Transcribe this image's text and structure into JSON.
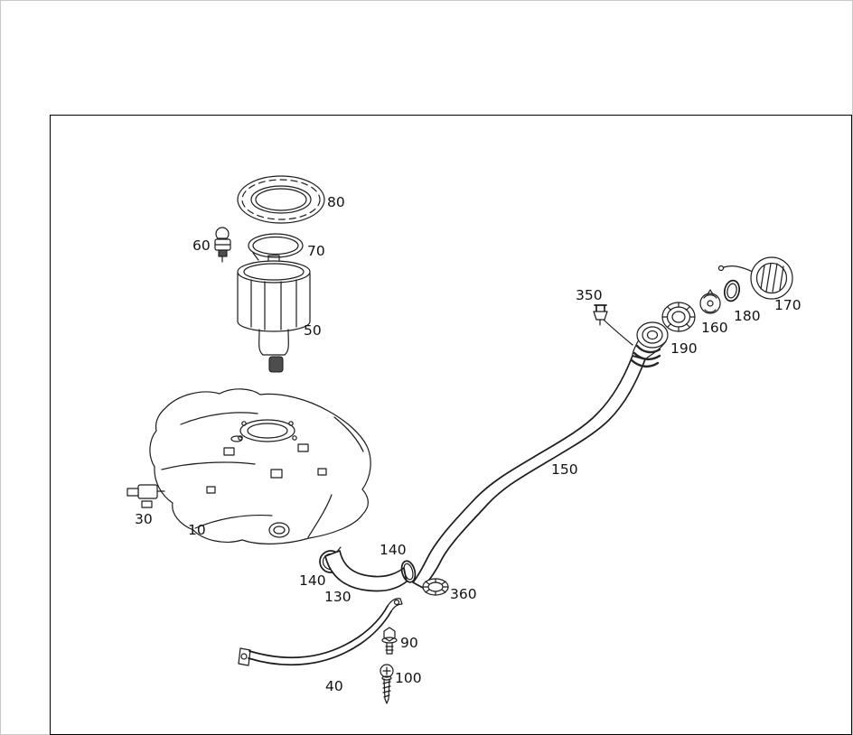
{
  "page": {
    "background": "#ffffff",
    "frame_border_color": "#000000",
    "line_color": "#1c1c1c"
  },
  "diagram": {
    "type": "exploded-parts-diagram",
    "callouts": [
      {
        "label": "80",
        "part": "locking-ring"
      },
      {
        "label": "70",
        "part": "seal-ring"
      },
      {
        "label": "60",
        "part": "vent-valve"
      },
      {
        "label": "50",
        "part": "fuel-pump-module"
      },
      {
        "label": "10",
        "part": "fuel-tank"
      },
      {
        "label": "30",
        "part": "sensor"
      },
      {
        "label": "140",
        "part": "hose-clamp-front"
      },
      {
        "label": "130",
        "part": "filler-hose"
      },
      {
        "label": "140",
        "part": "hose-clamp-rear"
      },
      {
        "label": "360",
        "part": "grommet"
      },
      {
        "label": "150",
        "part": "filler-pipe"
      },
      {
        "label": "350",
        "part": "retaining-clip"
      },
      {
        "label": "190",
        "part": "seal"
      },
      {
        "label": "160",
        "part": "filler-neck-insert"
      },
      {
        "label": "180",
        "part": "gasket-ring"
      },
      {
        "label": "170",
        "part": "fuel-filler-cap"
      },
      {
        "label": "40",
        "part": "tank-strap"
      },
      {
        "label": "90",
        "part": "bolt"
      },
      {
        "label": "100",
        "part": "screw"
      }
    ]
  }
}
